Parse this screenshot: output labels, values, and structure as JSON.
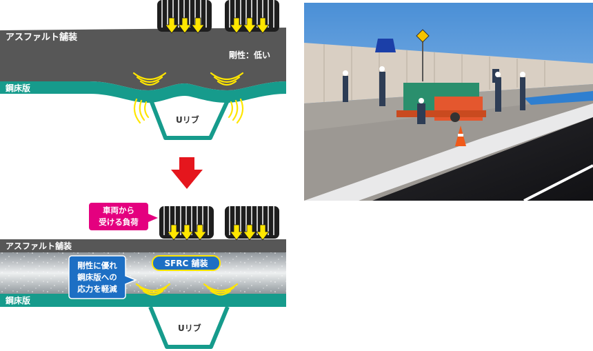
{
  "top_diagram": {
    "asphalt_label": "アスファルト舗装",
    "rigidity_label": "剛性：低い",
    "steel_deck_label": "鋼床版",
    "u_rib_label": "Uリブ"
  },
  "bottom_diagram": {
    "asphalt_label": "アスファルト舗装",
    "sfrc_label": "SFRC 舗装",
    "steel_deck_label": "鋼床版",
    "u_rib_label": "Uリブ",
    "load_callout": [
      "車両から",
      "受ける負荷"
    ],
    "benefit_callout": [
      "剛性に優れ",
      "鋼床版への",
      "応力を軽減"
    ]
  },
  "colors": {
    "asphalt": "#555555",
    "steel": "#169b8c",
    "sfrc": "#b9bec2",
    "arrow_red": "#e5161d",
    "callout_pink": "#e4007f",
    "callout_blue": "#1d6fc4",
    "load_yellow": "#ffe600"
  },
  "photo": {
    "description_icon": "construction-photo"
  }
}
